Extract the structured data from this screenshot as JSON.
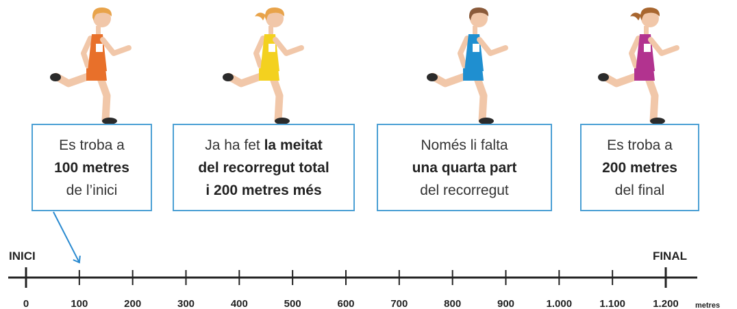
{
  "runners": [
    {
      "name": "runner-orange",
      "shirt_color": "#e8702a",
      "hair_color": "#e8a34a",
      "hair_style": "short",
      "box_lines": [
        [
          {
            "t": "Es troba a",
            "b": false
          }
        ],
        [
          {
            "t": "100 metres",
            "b": true
          }
        ],
        [
          {
            "t": "de l’inici",
            "b": false
          }
        ]
      ]
    },
    {
      "name": "runner-yellow",
      "shirt_color": "#f3d11f",
      "hair_color": "#e8a34a",
      "hair_style": "ponytail",
      "box_lines": [
        [
          {
            "t": "Ja ha fet ",
            "b": false
          },
          {
            "t": "la meitat",
            "b": true
          }
        ],
        [
          {
            "t": "del recorregut total",
            "b": true
          }
        ],
        [
          {
            "t": "i 200 metres més",
            "b": true
          }
        ]
      ]
    },
    {
      "name": "runner-blue",
      "shirt_color": "#1f8fd0",
      "hair_color": "#8a5a3a",
      "hair_style": "short",
      "box_lines": [
        [
          {
            "t": "Només li falta",
            "b": false
          }
        ],
        [
          {
            "t": "una quarta part",
            "b": true
          }
        ],
        [
          {
            "t": "del recorregut",
            "b": false
          }
        ]
      ]
    },
    {
      "name": "runner-magenta",
      "shirt_color": "#b2338f",
      "hair_color": "#a8662f",
      "hair_style": "ponytail",
      "box_lines": [
        [
          {
            "t": "Es troba a",
            "b": false
          }
        ],
        [
          {
            "t": "200 metres",
            "b": true
          }
        ],
        [
          {
            "t": "del final",
            "b": false
          }
        ]
      ]
    }
  ],
  "track": {
    "start_label": "INICI",
    "end_label": "FINAL",
    "ticks": [
      "0",
      "100",
      "200",
      "300",
      "400",
      "500",
      "600",
      "700",
      "800",
      "900",
      "1.000",
      "1.100",
      "1.200"
    ],
    "unit": "metres",
    "arrow_target": "100",
    "arrow_color": "#2a8ad0"
  },
  "colors": {
    "box_border": "#4a9fd4",
    "skin": "#f1c7a9",
    "shoe": "#2b2b2b"
  }
}
